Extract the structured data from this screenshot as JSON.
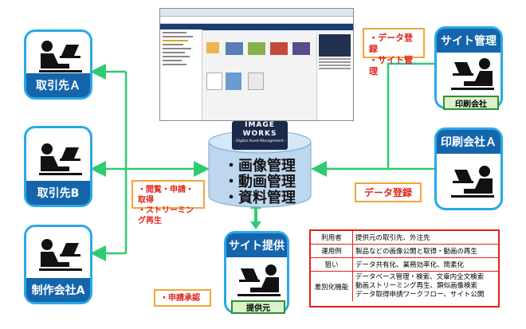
{
  "actors": {
    "client_a": "取引先Ａ",
    "client_b": "取引先B",
    "production_a": "制作会社A",
    "site_admin": "サイト管理",
    "printer_a": "印刷会社Ａ",
    "site_provider": "サイト提供"
  },
  "badges": {
    "printing_company": "印刷会社",
    "provider": "提供元"
  },
  "callouts": {
    "top_right_line1": "・データ登録",
    "top_right_line2": "・サイト管理",
    "left_line1": "・閲覧・申請・取得",
    "left_line2": "・ストリーミング再生",
    "data_register": "データ登録",
    "approval": "・申請承認"
  },
  "database": {
    "logo_line1": "IMAGE",
    "logo_line2": "WORKS",
    "logo_sub": "- Digital Asset Management -",
    "item1": "・画像管理",
    "item2": "・動画管理",
    "item3": "・資料管理"
  },
  "info_table": [
    {
      "key": "利用者",
      "value": "提供元の取引先、外注先"
    },
    {
      "key": "運用例",
      "value": "製品などの画像公開と取得・動画の再生"
    },
    {
      "key": "狙い",
      "value": "データ共有化、業務効率化、簡素化"
    },
    {
      "key": "差別化機能",
      "value": "データベース管理・検索、文章内全文検索\n動画ストリーミング再生、類似画像検索\nデータ取得申請ワークフロー、サイト公開"
    }
  ],
  "colors": {
    "actor_border": "#29a9e8",
    "actor_label": "#1565ac",
    "arrow": "#2ecc71",
    "callout_border": "#f2a63b",
    "callout_text": "#e0231c",
    "db_fill": "#bcd7ee"
  }
}
